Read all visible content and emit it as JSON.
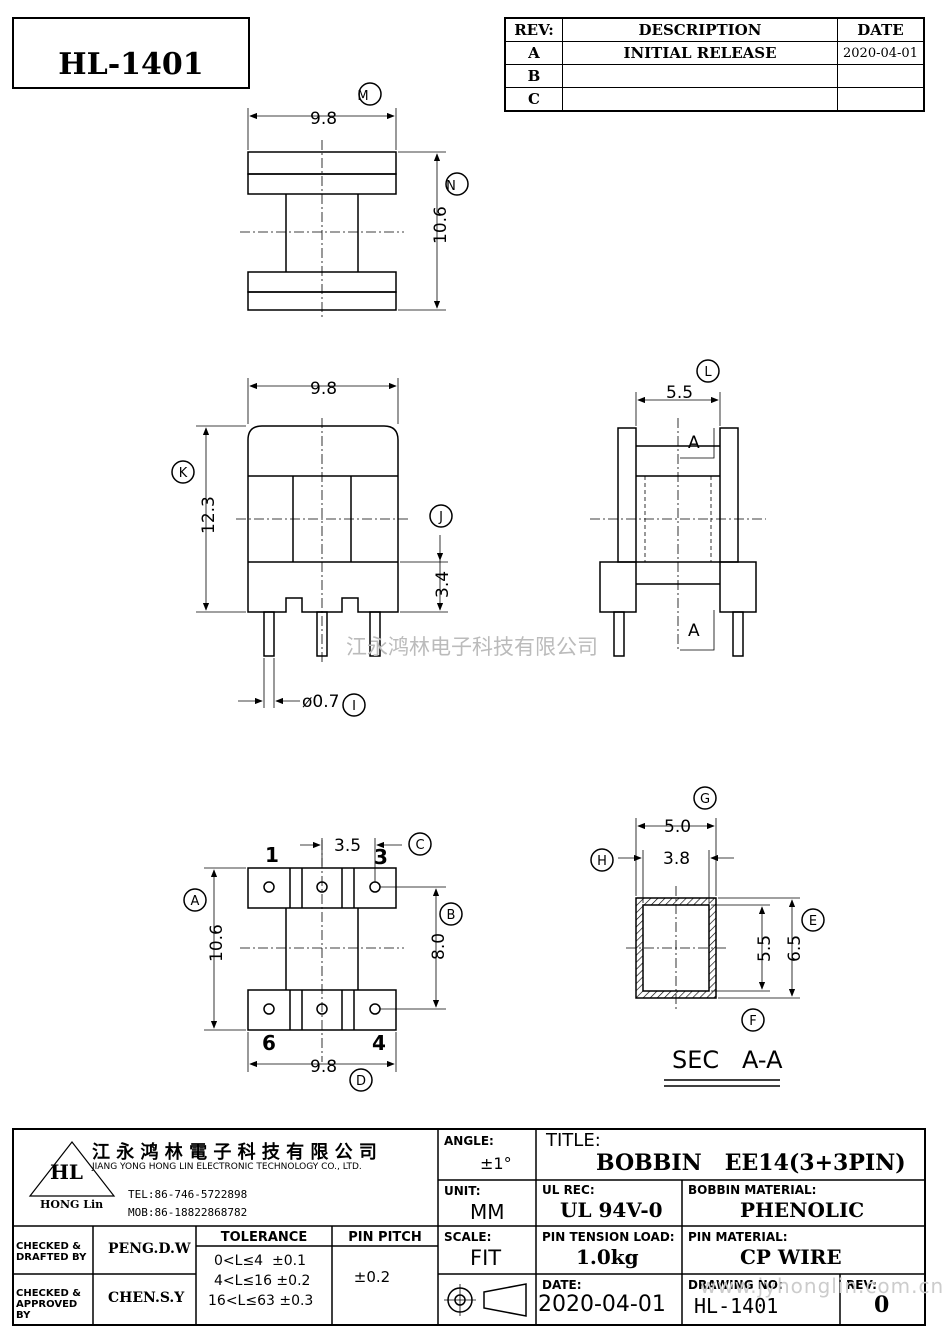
{
  "part_no": "HL-1401",
  "revision_table": {
    "headers": [
      "REV:",
      "DESCRIPTION",
      "DATE"
    ],
    "rows": [
      {
        "rev": "A",
        "desc": "INITIAL RELEASE",
        "date": "2020-04-01"
      },
      {
        "rev": "B",
        "desc": "",
        "date": ""
      },
      {
        "rev": "C",
        "desc": "",
        "date": ""
      }
    ]
  },
  "dimensions": {
    "top_view": {
      "width": "9.8",
      "height": "10.6",
      "width_ref": "M",
      "height_ref": "N"
    },
    "front_view": {
      "width": "9.8",
      "height": "12.3",
      "base": "3.4",
      "pin": "ø0.7",
      "height_ref": "K",
      "base_ref": "J",
      "pin_ref": "I"
    },
    "side_view": {
      "width": "5.5",
      "width_ref": "L",
      "section_top": "A",
      "section_bottom": "A"
    },
    "bottom_view": {
      "pitch": "3.5",
      "width": "9.8",
      "height": "10.6",
      "row_spacing": "8.0",
      "pitch_ref": "C",
      "height_ref": "A",
      "row_ref": "B",
      "width_ref": "D",
      "pins": [
        "1",
        "3",
        "6",
        "4"
      ]
    },
    "section_view": {
      "outer_w": "5.0",
      "inner_w": "3.8",
      "inner_h": "5.5",
      "outer_h": "6.5",
      "outer_w_ref": "G",
      "inner_w_ref": "H",
      "outer_h_ref": "E",
      "bottom_ref": "F",
      "label": "SEC   A-A"
    }
  },
  "watermark": "江永鸿林电子科技有限公司",
  "title_block": {
    "company_cn": "江 永 鸿 林 電 子 科 技 有 限 公 司",
    "company_en": "JIANG YONG HONG LIN ELECTRONIC TECHNOLOGY CO., LTD.",
    "logo_text": "HONG Lin",
    "tel": "TEL:86-746-5722898",
    "mob": "MOB:86-18822868782",
    "angle_label": "ANGLE:",
    "angle_value": "±1°",
    "unit_label": "UNIT:",
    "unit_value": "MM",
    "scale_label": "SCALE:",
    "scale_value": "FIT",
    "title_label": "TITLE:",
    "title_value": "BOBBIN   EE14(3+3PIN)",
    "ul_label": "UL REC:",
    "ul_value": "UL 94V-0",
    "bobbin_material_label": "BOBBIN MATERIAL:",
    "bobbin_material_value": "PHENOLIC",
    "pin_tension_label": "PIN TENSION LOAD:",
    "pin_tension_value": "1.0kg",
    "pin_material_label": "PIN MATERIAL:",
    "pin_material_value": "CP WIRE",
    "date_label": "DATE:",
    "date_value": "2020-04-01",
    "drawing_no_label": "DRAWING NO:",
    "drawing_no_value": "HL-1401",
    "rev_label": "REV:",
    "rev_value": "0",
    "checked_drafted_label": "CHECKED & DRAFTED BY",
    "checked_drafted_value": "PENG.D.W",
    "checked_approved_label": "CHECKED & APPROVED BY",
    "checked_approved_value": "CHEN.S.Y",
    "tolerance_header": "TOLERANCE",
    "tolerance_rows": [
      "0<L≤4  ±0.1",
      "4<L≤16 ±0.2",
      "16<L≤63 ±0.3"
    ],
    "pin_pitch_header": "PIN PITCH",
    "pin_pitch_value": "±0.2",
    "website_watermark": "www.jyhonglin.com.cn"
  }
}
